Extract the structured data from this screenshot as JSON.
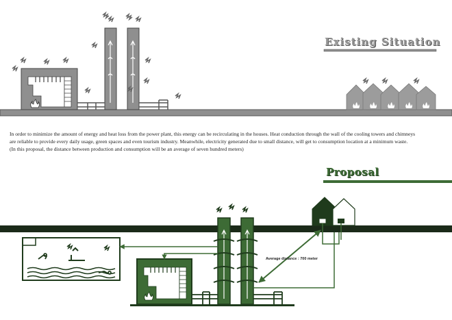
{
  "titles": {
    "existing": "Existing Situation",
    "proposal": "Proposal"
  },
  "description": {
    "line1": "In order to minimize the amount of energy and heat loss from the power plant, this energy can be recirculating in the houses. Heat conduction through the wall of the cooling towers and chimneys",
    "line2": "are reliable to provide every daily usage, green spaces and even tourism industry. Meanwhile, electricity generated due to small distance, will get to consumption location at a minimum waste.",
    "line3": "(In this proposal, the distance between production and consumption will be an average of seven hundred meters)"
  },
  "annotation": {
    "distance": "Average distance : 700 meter"
  },
  "colors": {
    "grey_fill": "#8f8f8f",
    "grey_dark": "#555555",
    "green": "#3d6b35",
    "green_dark": "#1f3b1c",
    "black_ground": "#1b2a19"
  }
}
